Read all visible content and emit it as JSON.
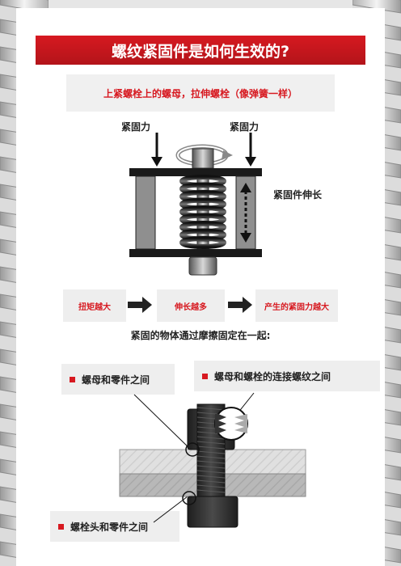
{
  "title": "螺纹紧固件是如何生效的?",
  "subtitle": "上紧螺栓上的螺母，拉伸螺栓（像弹簧一样）",
  "spring_diagram": {
    "force_label_left": "紧固力",
    "force_label_right": "紧固力",
    "elongation_label": "紧固件伸长"
  },
  "flow_steps": [
    "扭矩越大",
    "伸长越多",
    "产生的紧固力越大"
  ],
  "friction_title": "紧固的物体通过摩擦固定在一起:",
  "callouts": {
    "nut_to_part": "螺母和零件之间",
    "nut_to_bolt": "螺母和螺栓的连接螺纹之间",
    "head_to_part": "螺栓头和零件之间"
  },
  "colors": {
    "accent_red": "#d71920",
    "panel_gray": "#eeeeee",
    "page_bg": "#e6e6e6"
  }
}
